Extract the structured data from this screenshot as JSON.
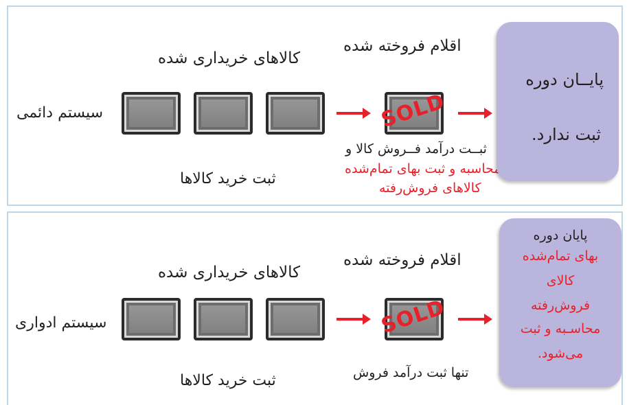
{
  "top": {
    "sold_items": "اقلام فروخته شده",
    "purchased_goods": "کالاهای خریداری شده",
    "system_name": "سیستم دائمی",
    "purchase_record": "ثبت خرید کالاها",
    "sale_note_line1": "ثبــت درآمد فــروش کالا و",
    "sale_note_line2": "محاسبه و ثبت بهای تمام‌شده",
    "sale_note_line3": "کالاهای فروش‌رفته",
    "period_end_line1": "پایــان  دوره",
    "period_end_line2": "ثبت ندارد.",
    "sold_stamp": "SOLD"
  },
  "bottom": {
    "sold_items": "اقلام فروخته شده",
    "purchased_goods": "کالاهای خریداری شده",
    "system_name": "سیستم ادواری",
    "purchase_record": "ثبت خرید کالاها",
    "sale_note": "تنها ثبت درآمد فروش",
    "period_end_title": "پایان دوره",
    "period_end_lines": [
      "بهای  تمام‌شده",
      "کالای",
      "فروش‌رفته",
      "محاسـبه و ثبت",
      "می‌شود."
    ],
    "sold_stamp": "SOLD"
  },
  "colors": {
    "accent_red": "#e8202a",
    "callout_bg": "#b9b5dc",
    "panel_border": "#bcd7e9"
  },
  "icons": [
    "goods-box-icon",
    "sold-box-icon",
    "arrow-right-icon"
  ]
}
